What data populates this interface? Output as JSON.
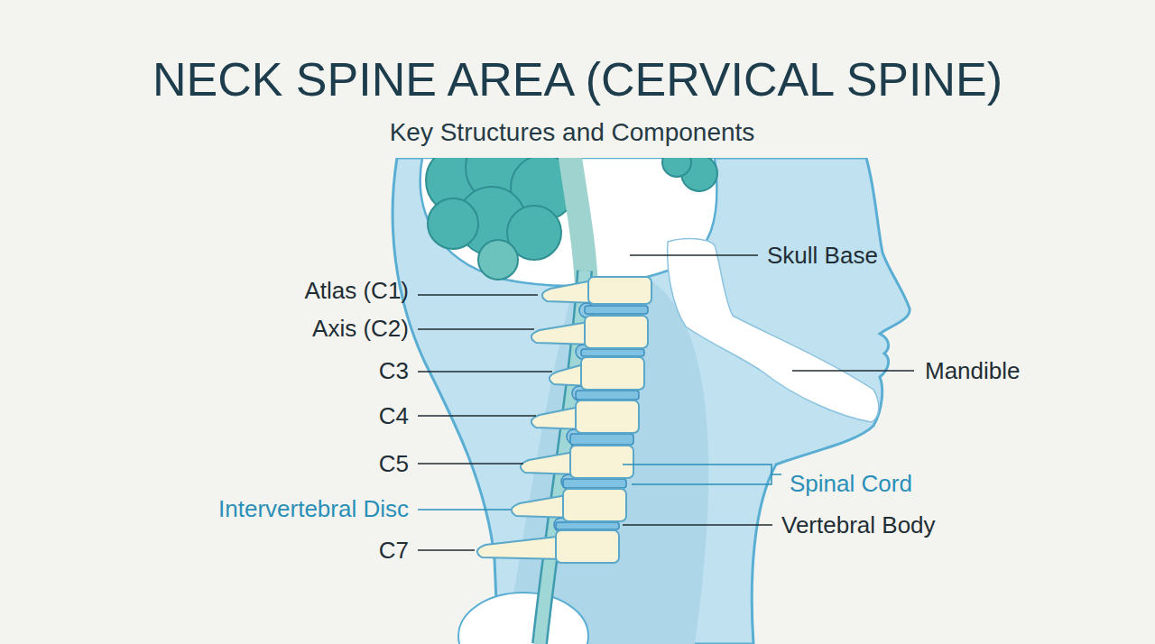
{
  "diagram": {
    "title": "NECK SPINE AREA (CERVICAL SPINE)",
    "labels": [
      "Key Structures and Components",
      "Skull Base",
      "Atlas (C1)",
      "Axis (C2)",
      "C3",
      "Mandible",
      "C4",
      "C5",
      "Spinal Cord",
      "Intervertebral Disc",
      "Vertebral Body",
      "C7"
    ]
  }
}
